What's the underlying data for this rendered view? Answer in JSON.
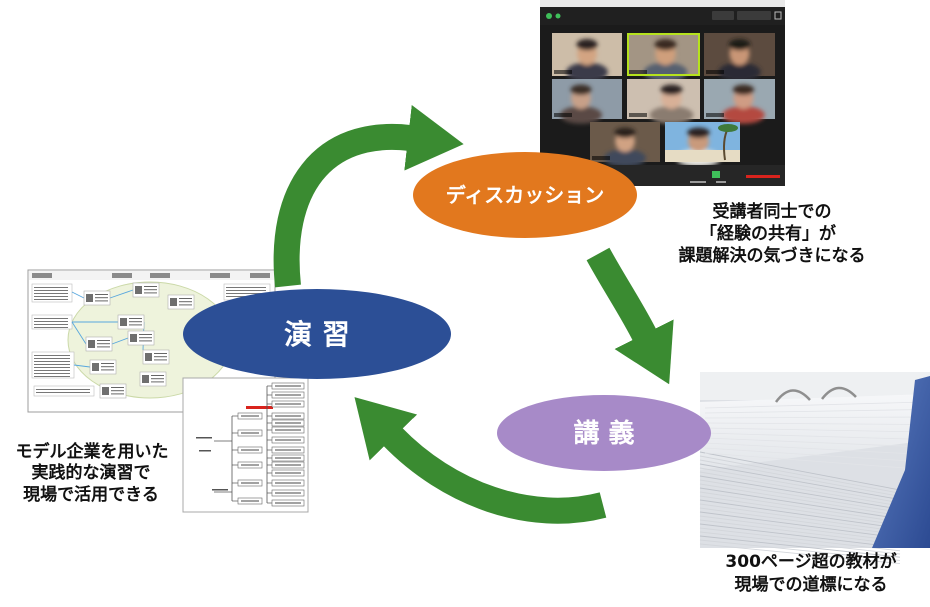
{
  "diagram": {
    "nodes": {
      "discussion": {
        "label": "ディスカッション"
      },
      "exercise": {
        "label": "演 習"
      },
      "lecture": {
        "label": "講 義"
      }
    },
    "captions": {
      "discussion": [
        "受講者同士での",
        "「経験の共有」が",
        "課題解決の気づきになる"
      ],
      "exercise": [
        "モデル企業を用いた",
        "実践的な演習で",
        "現場で活用できる"
      ],
      "lecture": [
        "300ページ超の教材が",
        "現場での道標になる"
      ]
    }
  },
  "colors": {
    "discussion": "#e2781e",
    "exercise": "#2c4f96",
    "lecture": "#a78ac8",
    "arrow": "#3a8b31",
    "active_speaker": "#b6e21d",
    "highlight_bar": "#d9231d"
  }
}
